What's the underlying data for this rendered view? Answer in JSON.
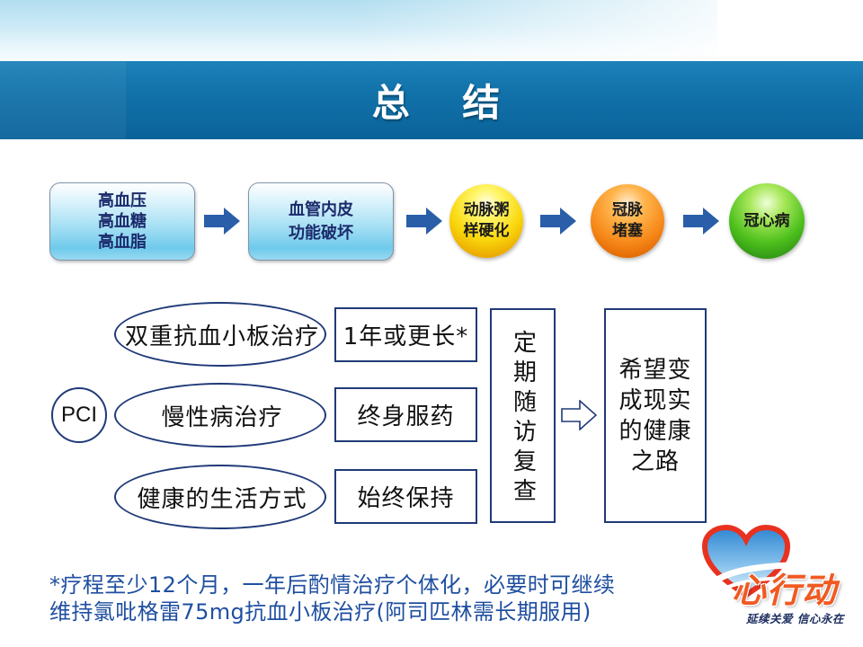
{
  "header": {
    "title": "总 结"
  },
  "flow": {
    "boxes": [
      {
        "lines": [
          "高血压",
          "高血糖",
          "高血脂"
        ]
      },
      {
        "lines": [
          "血管内皮",
          "功能破坏"
        ]
      }
    ],
    "orbs": [
      {
        "lines": [
          "动脉粥",
          "样硬化"
        ]
      },
      {
        "lines": [
          "冠脉",
          "堵塞"
        ]
      },
      {
        "lines": [
          "冠心病"
        ]
      }
    ]
  },
  "treatment": {
    "procedure": "PCI",
    "rows": [
      {
        "item": "双重抗血小板治疗",
        "duration": "1年或更长*"
      },
      {
        "item": "慢性病治疗",
        "duration": "终身服药"
      },
      {
        "item": "健康的生活方式",
        "duration": "始终保持"
      }
    ],
    "followup": "定期随访复查",
    "goal_lines": [
      "希望变",
      "成现实",
      "的健康",
      "之路"
    ]
  },
  "footnote": {
    "lines": [
      "*疗程至少12个月，一年后酌情治疗个体化，必要时可继续",
      "维持氯吡格雷75mg抗血小板治疗(阿司匹林需长期服用)"
    ]
  },
  "logo": {
    "name": "心行动",
    "slogan": "延续关爱 信心永在"
  },
  "icons": {
    "flow_arrow": "right-arrow-icon",
    "result_arrow": "hollow-right-arrow-icon",
    "logo_mark": "heart-icon"
  },
  "colors": {
    "title_bar": "#1272aa",
    "arrow": "#2a5ea9",
    "outline": "#1f3a78",
    "flow_text": "#1b2a6b",
    "footnote": "#1f4fa0",
    "orb_yellow": "#f9d70c",
    "orb_orange": "#f7891a",
    "orb_green": "#4cbf1c",
    "logo_red": "#e8321f",
    "logo_text": "#f05a22"
  }
}
